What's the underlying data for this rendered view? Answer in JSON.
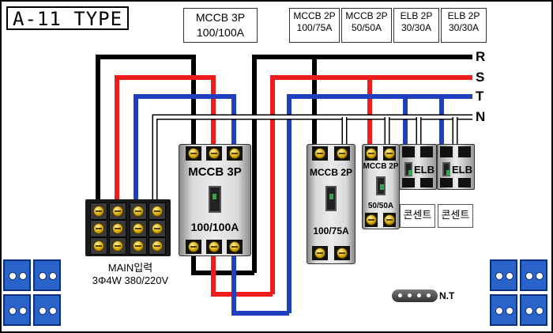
{
  "title": "A-11 TYPE",
  "header_labels": [
    {
      "line1": "MCCB 3P",
      "line2": "100/100A"
    },
    {
      "line1": "MCCB 2P",
      "line2": "100/75A"
    },
    {
      "line1": "MCCB 2P",
      "line2": "50/50A"
    },
    {
      "line1": "ELB 2P",
      "line2": "30/30A"
    },
    {
      "line1": "ELB 2P",
      "line2": "30/30A"
    }
  ],
  "bus_labels": [
    "R",
    "S",
    "T",
    "N"
  ],
  "colors": {
    "R": "#000000",
    "S": "#ee1c1c",
    "T": "#1f3fbf",
    "N": "#ffffff"
  },
  "breakers": {
    "mccb3p": {
      "name": "MCCB 3P",
      "rating": "100/100A"
    },
    "mccb2p_a": {
      "name": "MCCB 2P",
      "rating": "100/75A"
    },
    "mccb2p_b": {
      "name": "MCCB 2P",
      "rating": "50/50A"
    },
    "elb1": {
      "name": "ELB"
    },
    "elb2": {
      "name": "ELB"
    }
  },
  "outlets": [
    "콘센트",
    "콘센트"
  ],
  "main_input": {
    "line1": "MAIN입력",
    "line2": "3Φ4W 380/220V"
  },
  "nt_label": "N.T"
}
